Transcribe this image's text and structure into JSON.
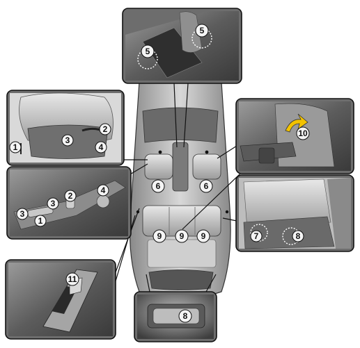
{
  "labels": {
    "shift_panel_a": "5",
    "shift_panel_b": "5",
    "seat_lever_1": "1",
    "seat_lever_2": "2",
    "seat_lever_3": "3",
    "seat_lever_4": "4",
    "door_switch_1": "1",
    "door_switch_2": "2",
    "door_switch_3a": "3",
    "door_switch_3b": "3",
    "door_switch_4": "4",
    "armrest_10": "10",
    "rear_7": "7",
    "rear_8": "8",
    "window_11": "11",
    "trunk_8": "8",
    "car_6_left": "6",
    "car_6_right": "6",
    "car_9_left": "9",
    "car_9_center": "9",
    "car_9_right": "9"
  },
  "colors": {
    "interior_dark": "#4a4a4a",
    "interior_mid": "#8a8a8a",
    "interior_light": "#d6d6d6",
    "arrow_yellow": "#f2c200",
    "frame": "#111111"
  }
}
